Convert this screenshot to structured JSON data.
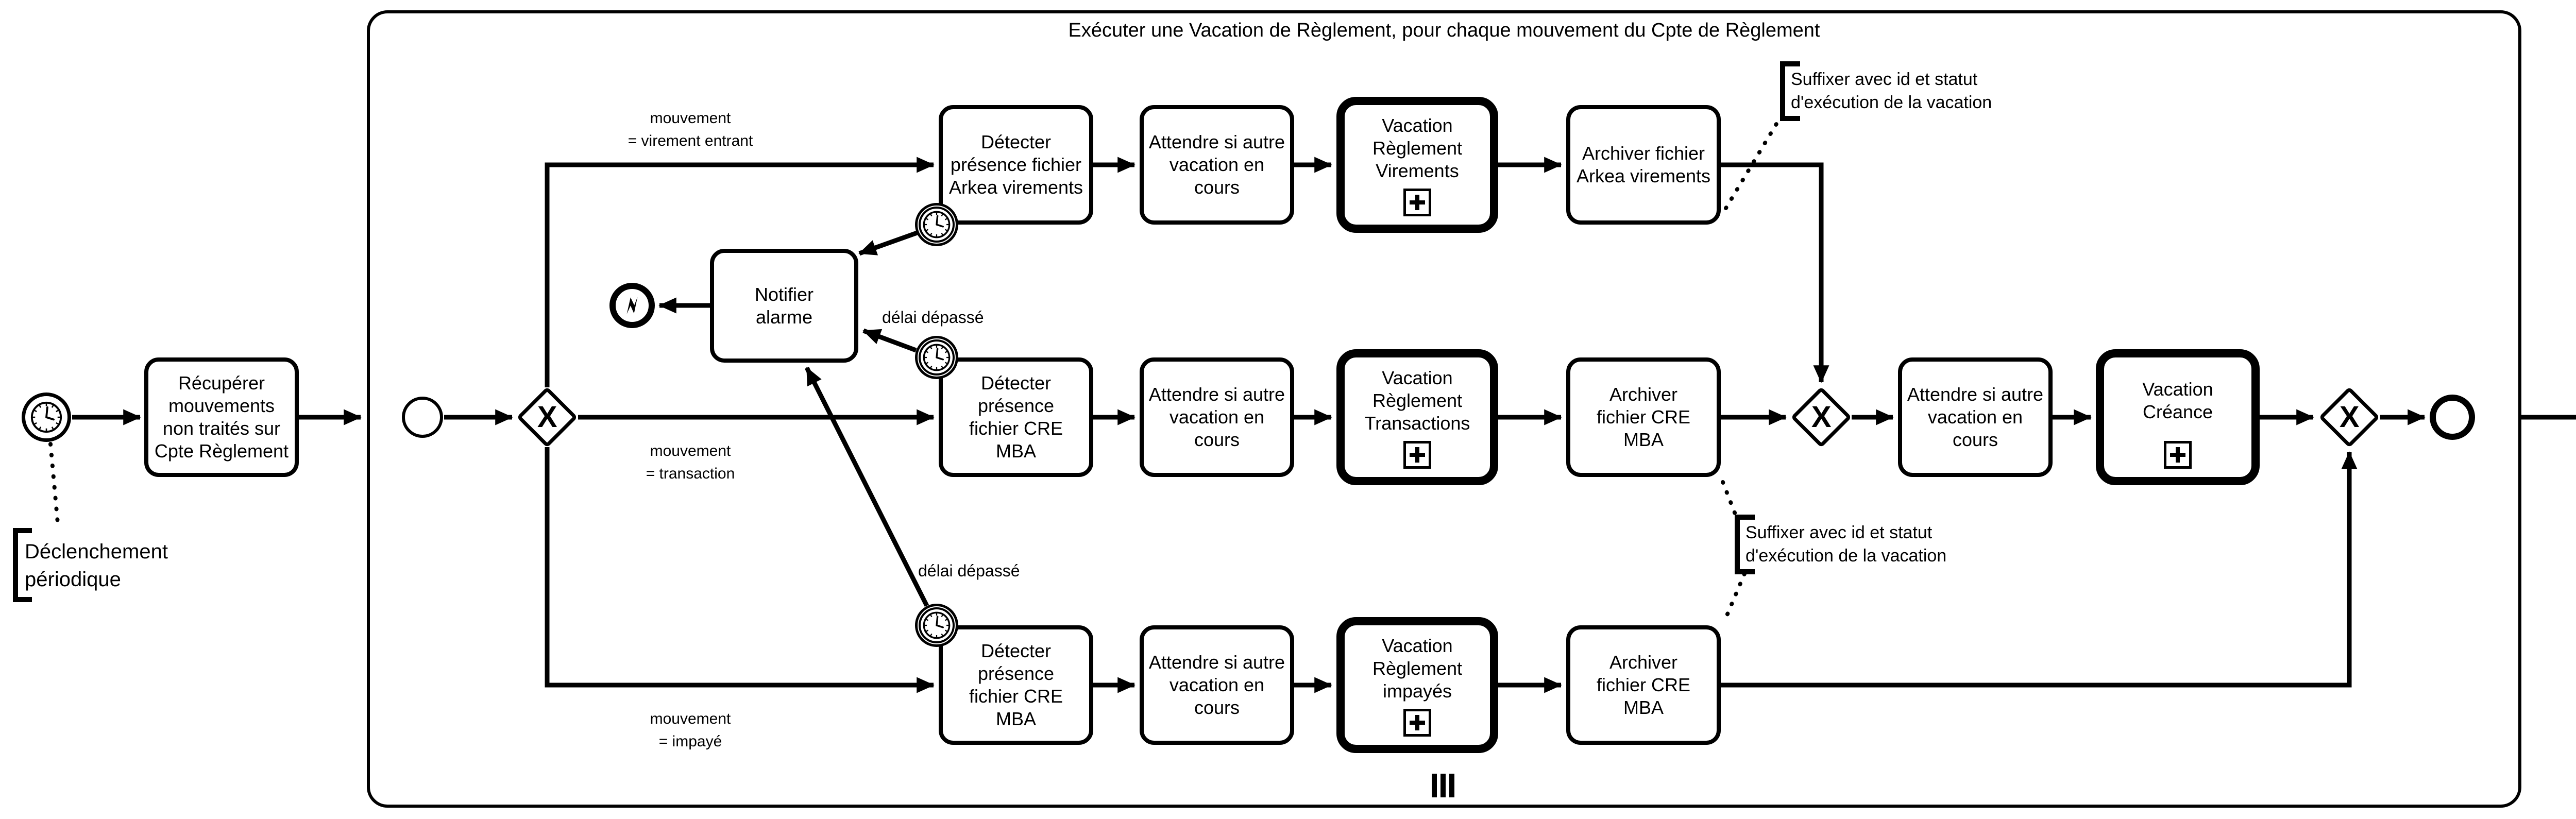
{
  "colors": {
    "stroke": "#000000",
    "fill": "#ffffff"
  },
  "icons": {
    "timer": "clock",
    "error_end": "lightning-bolt",
    "subprocess_marker": "plus",
    "multi_instance_marker": "three-vertical-bars",
    "annotation_bracket": "open-square-bracket"
  },
  "gateway_symbol": "X",
  "subprocess": {
    "title": "Exécuter une Vacation de Règlement, pour chaque mouvement du Cpte de Règlement"
  },
  "tasks": {
    "recuperer": "Récupérer\nmouvements\nnon traités sur\nCpte Règlement",
    "notifier": "Notifier\nalarme",
    "detecter_arkea": "Détecter\nprésence fichier\nArkea virements",
    "detecter_cre": "Détecter\nprésence\nfichier CRE\nMBA",
    "attendre": "Attendre si autre\nvacation en\ncours",
    "vacation_virements": "Vacation\nRèglement\nVirements",
    "vacation_transactions": "Vacation\nRèglement\nTransactions",
    "vacation_impayes": "Vacation\nRèglement\nimpayés",
    "vacation_creance": "Vacation\nCréance",
    "archiver_arkea": "Archiver fichier\nArkea virements",
    "archiver_cre": "Archiver\nfichier CRE\nMBA"
  },
  "flow_labels": {
    "virement": "mouvement\n= virement entrant",
    "transaction": "mouvement\n= transaction",
    "impaye": "mouvement\n= impayé",
    "delai_depasse": "délai dépassé"
  },
  "annotations": {
    "declenchement": "Déclenchement\npériodique",
    "suffixer": "Suffixer avec id et statut\nd'exécution de la vacation"
  }
}
